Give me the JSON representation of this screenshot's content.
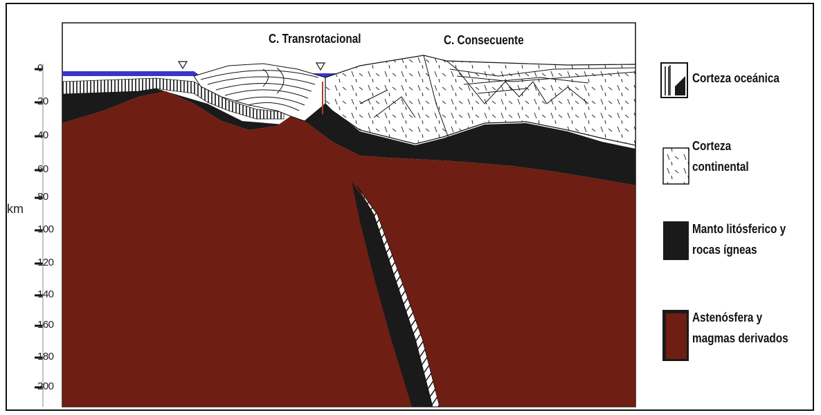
{
  "axis": {
    "unit_label": "km",
    "ticks": [
      "0",
      "20",
      "40",
      "60",
      "80",
      "100",
      "120",
      "140",
      "160",
      "180",
      "200"
    ]
  },
  "regions": {
    "transrotational": "C. Transrotacional",
    "consecuente": "C. Consecuente"
  },
  "legend": {
    "oceanic": [
      "Corteza oceánica"
    ],
    "continental": [
      "Corteza",
      "continental"
    ],
    "mantle": [
      "Manto litósferico y",
      "rocas ígneas"
    ],
    "asthenosphere": [
      "Astenósfera y",
      "magmas derivados"
    ]
  },
  "colors": {
    "asthenosphere": "#6e1e12",
    "mantle": "#1a1a1a",
    "water": "#3a35c8",
    "crust": "#ffffff"
  }
}
